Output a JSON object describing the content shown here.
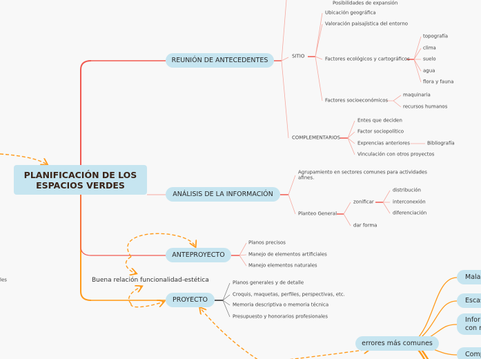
{
  "title_lines": [
    "PLANIFICACIÓN DE LOS",
    "ESPACIOS VERDES"
  ],
  "colors": {
    "node_fill": "#c6e5f0",
    "red_branch": "#f0584f",
    "light_red": "#f6a9a0",
    "orange_branch": "#ff9a1a",
    "dashed_link": "#ff9a1a",
    "background": "#f8f8f8"
  },
  "branches": {
    "reunion": {
      "label": "REUNIÓN DE ANTECEDENTES",
      "cut_top": "Posibilidades de expansión",
      "sitio": {
        "label": "SITIO",
        "items": [
          "Ubicación geográfica",
          "Valoración paisajística del entorno",
          "Factores ecológicos y cartográficos",
          "Factores socioeconómicos"
        ],
        "ecologicos": [
          "topografía",
          "clima",
          "suelo",
          "agua",
          "flora y fauna"
        ],
        "socioeconomicos": [
          "maquinaria",
          "recursos humanos"
        ]
      },
      "complementarios": {
        "label": "COMPLEMENTARIOS",
        "items": [
          "Entes que deciden",
          "Factor sociopolítico",
          "Exprencias anteriores",
          "Vinculación con otros proyectos"
        ],
        "bibliografia": "Bibliografía"
      }
    },
    "analisis": {
      "label": "ANÁLISIS DE LA INFORMACIÓN",
      "agrupamiento": [
        "Agrupamiento en sectores comunes para actividades",
        "afines."
      ],
      "planteo": "Planteo General",
      "zonificar": "zonificar",
      "zonificar_items": [
        "distribución",
        "interconexión",
        "diferenciación"
      ],
      "dar_forma": "dar forma"
    },
    "anteproyecto": {
      "label": "ANTEPROYECTO",
      "items": [
        "Planos precisos",
        "Manejo de elementos artificiales",
        "Manejo elementos naturales"
      ]
    },
    "proyecto": {
      "label": "PROYECTO",
      "items": [
        "Planos generales y de detalle",
        "Croquis, maquetas, perfiles, perspectivas, etc.",
        "Memoria descriptiva o memoria técnica",
        "Presupuesto y honorarios profesionales"
      ]
    }
  },
  "floating": {
    "buena_relacion": "Buena relación funcionalidad-estética",
    "left_cut": "les",
    "errores": "errores más comunes",
    "errores_items": [
      [
        "Mala"
      ],
      [
        "Escas"
      ],
      [
        "Infor",
        "con n"
      ],
      [
        "Comp"
      ]
    ]
  }
}
